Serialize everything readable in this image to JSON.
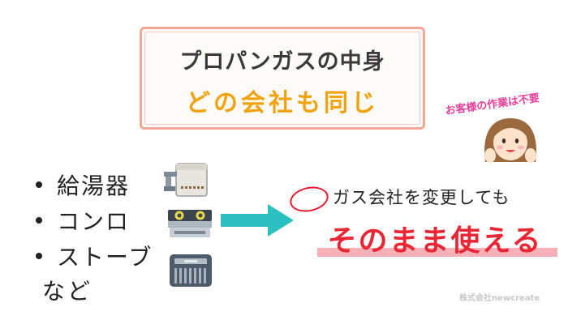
{
  "title": {
    "line1": "プロパンガスの中身",
    "line2": "どの会社も同じ"
  },
  "bullets": [
    {
      "label": "給湯器",
      "icon": "water-heater-icon"
    },
    {
      "label": "コンロ",
      "icon": "gas-stove-icon"
    },
    {
      "label": "ストーブ",
      "icon": "heater-icon"
    }
  ],
  "etc_label": "など",
  "arrow": {
    "icon": "right-arrow-icon",
    "color": "#2bbfc0"
  },
  "customer_note": "お客様の作業は不要",
  "gas_change_text": "ガス会社を変更しても",
  "usable_text": "そのまま使える",
  "company_watermark": "株式会社newcreate",
  "colors": {
    "title_accent": "#f2a20c",
    "border": "#f2a694",
    "highlight_red": "#ea2534",
    "pink_note": "#e8409a",
    "arrow": "#2bbfc0"
  }
}
